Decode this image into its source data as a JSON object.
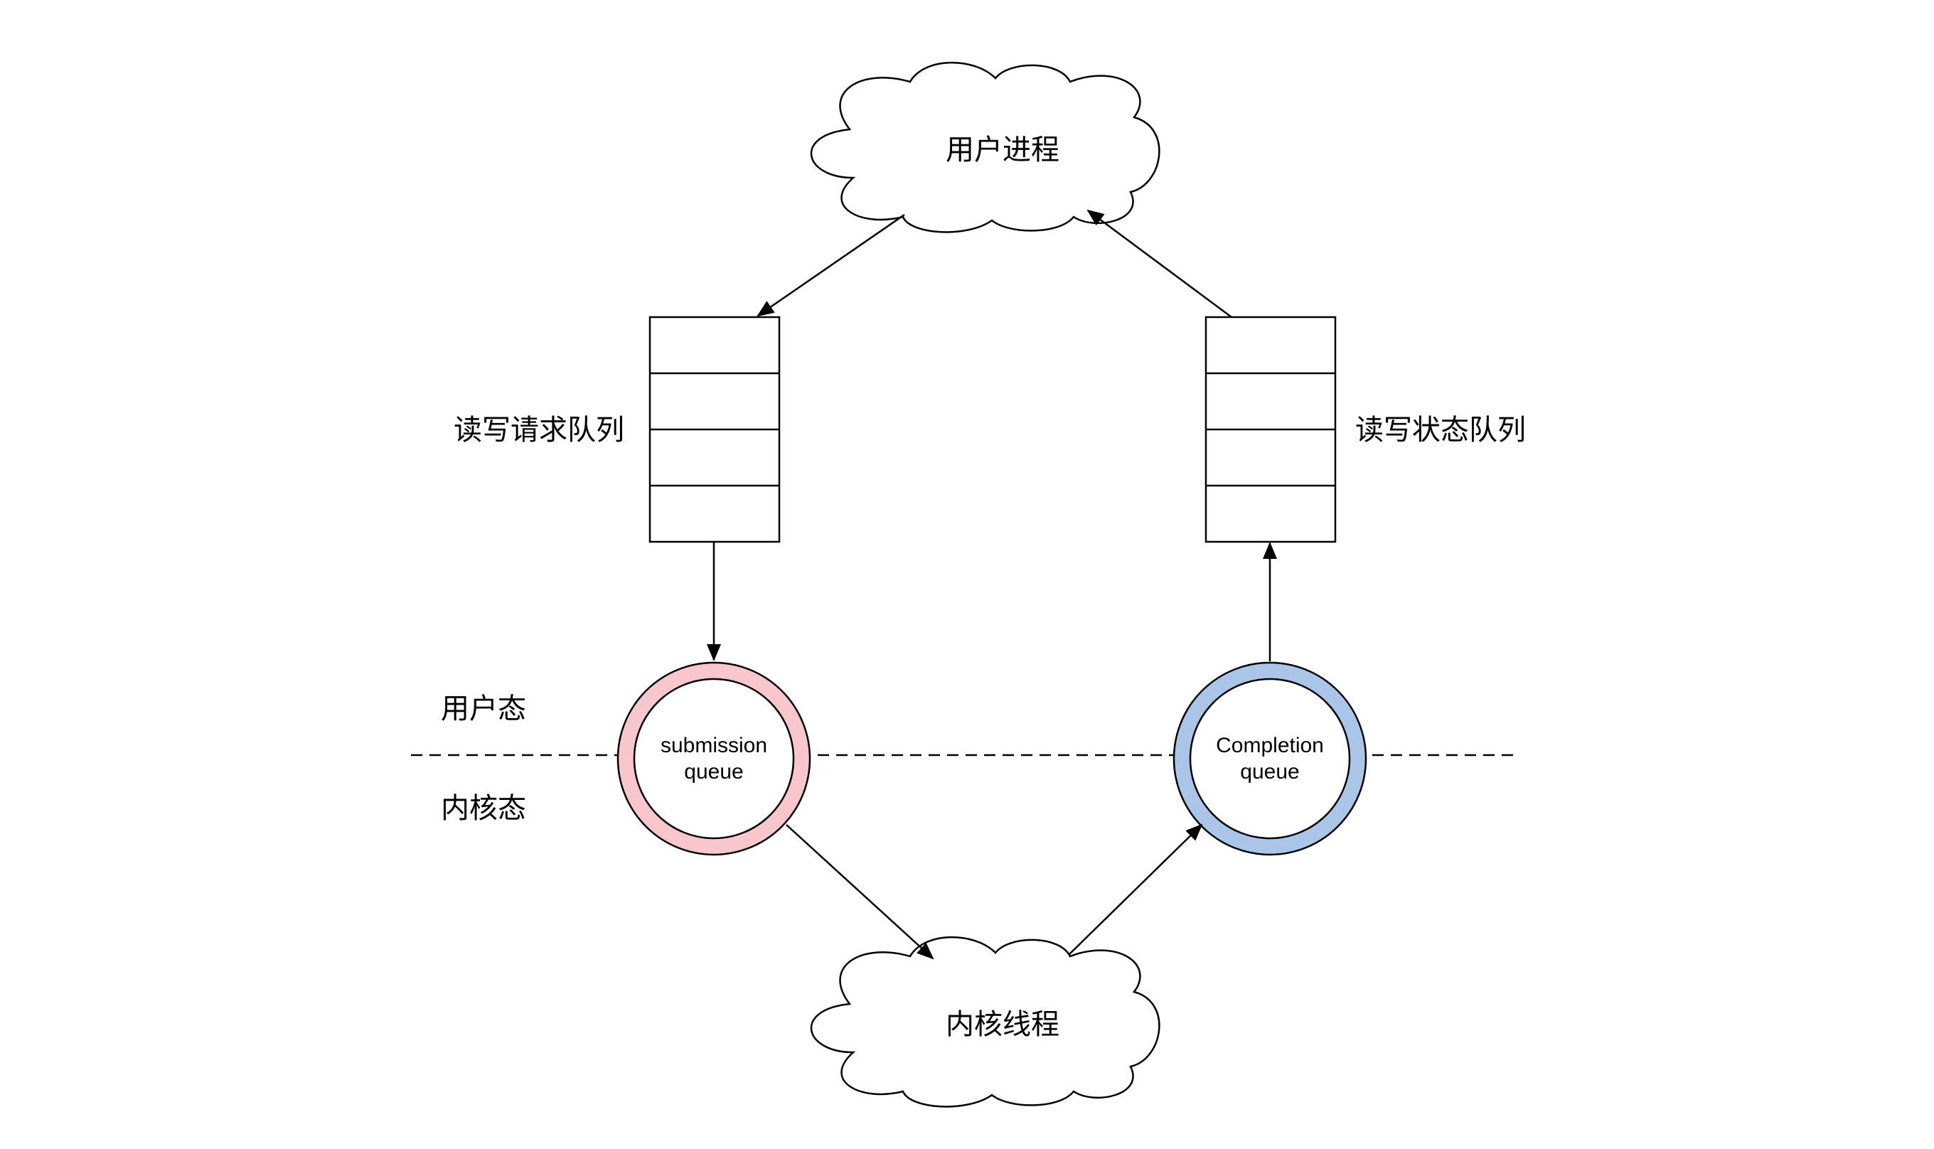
{
  "nodes": {
    "user_process": {
      "label": "用户进程"
    },
    "kernel_thread": {
      "label": "内核线程"
    },
    "request_queue": {
      "label": "读写请求队列",
      "slots": 4
    },
    "status_queue": {
      "label": "读写状态队列",
      "slots": 4
    },
    "submission_queue": {
      "line1": "submission",
      "line2": "queue",
      "color": "#f8c6cc"
    },
    "completion_queue": {
      "line1": "Completion",
      "line2": "queue",
      "color": "#a9c6e8"
    }
  },
  "zones": {
    "user_space": "用户态",
    "kernel_space": "内核态"
  }
}
